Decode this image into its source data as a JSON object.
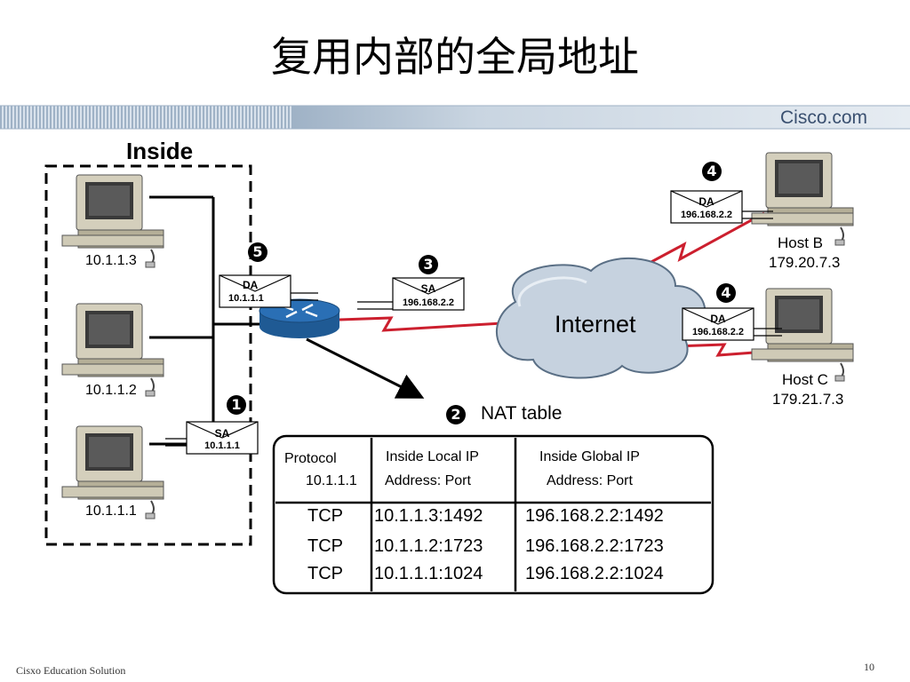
{
  "title": "复用内部的全局地址",
  "brand": "Cisco.com",
  "footer": "Cisxo Education Solution",
  "page_number": "10",
  "inside_label": "Inside",
  "internet_label": "Internet",
  "hosts": {
    "pc3": "10.1.1.3",
    "pc2": "10.1.1.2",
    "pc1": "10.1.1.1",
    "hostb_name": "Host B",
    "hostb_ip": "179.20.7.3",
    "hostc_name": "Host C",
    "hostc_ip": "179.21.7.3"
  },
  "steps": {
    "s1": "1",
    "s2": "2",
    "s3": "3",
    "s4a": "4",
    "s4b": "4",
    "s5": "5"
  },
  "packets": {
    "p1_field": "SA",
    "p1_val": "10.1.1.1",
    "p5_field": "DA",
    "p5_val": "10.1.1.1",
    "p3_field": "SA",
    "p3_val": "196.168.2.2",
    "p4b_field": "DA",
    "p4b_val": "196.168.2.2",
    "p4c_field": "DA",
    "p4c_val": "196.168.2.2"
  },
  "nat": {
    "label": "NAT table",
    "h_protocol": "Protocol",
    "h_protocol_sub": "10.1.1.1",
    "h_local": "Inside Local IP",
    "h_local_sub": "Address: Port",
    "h_global": "Inside Global IP",
    "h_global_sub": "Address: Port",
    "rows": [
      {
        "protocol": "TCP",
        "local": "10.1.1.3:1492",
        "global": "196.168.2.2:1492"
      },
      {
        "protocol": "TCP",
        "local": "10.1.1.2:1723",
        "global": "196.168.2.2:1723"
      },
      {
        "protocol": "TCP",
        "local": "10.1.1.1:1024",
        "global": "196.168.2.2:1024"
      }
    ]
  },
  "colors": {
    "link_red": "#cc1f2e",
    "router_blue": "#2a6fb5",
    "cloud": "#c6d2df",
    "pc_body": "#cfcab6"
  }
}
